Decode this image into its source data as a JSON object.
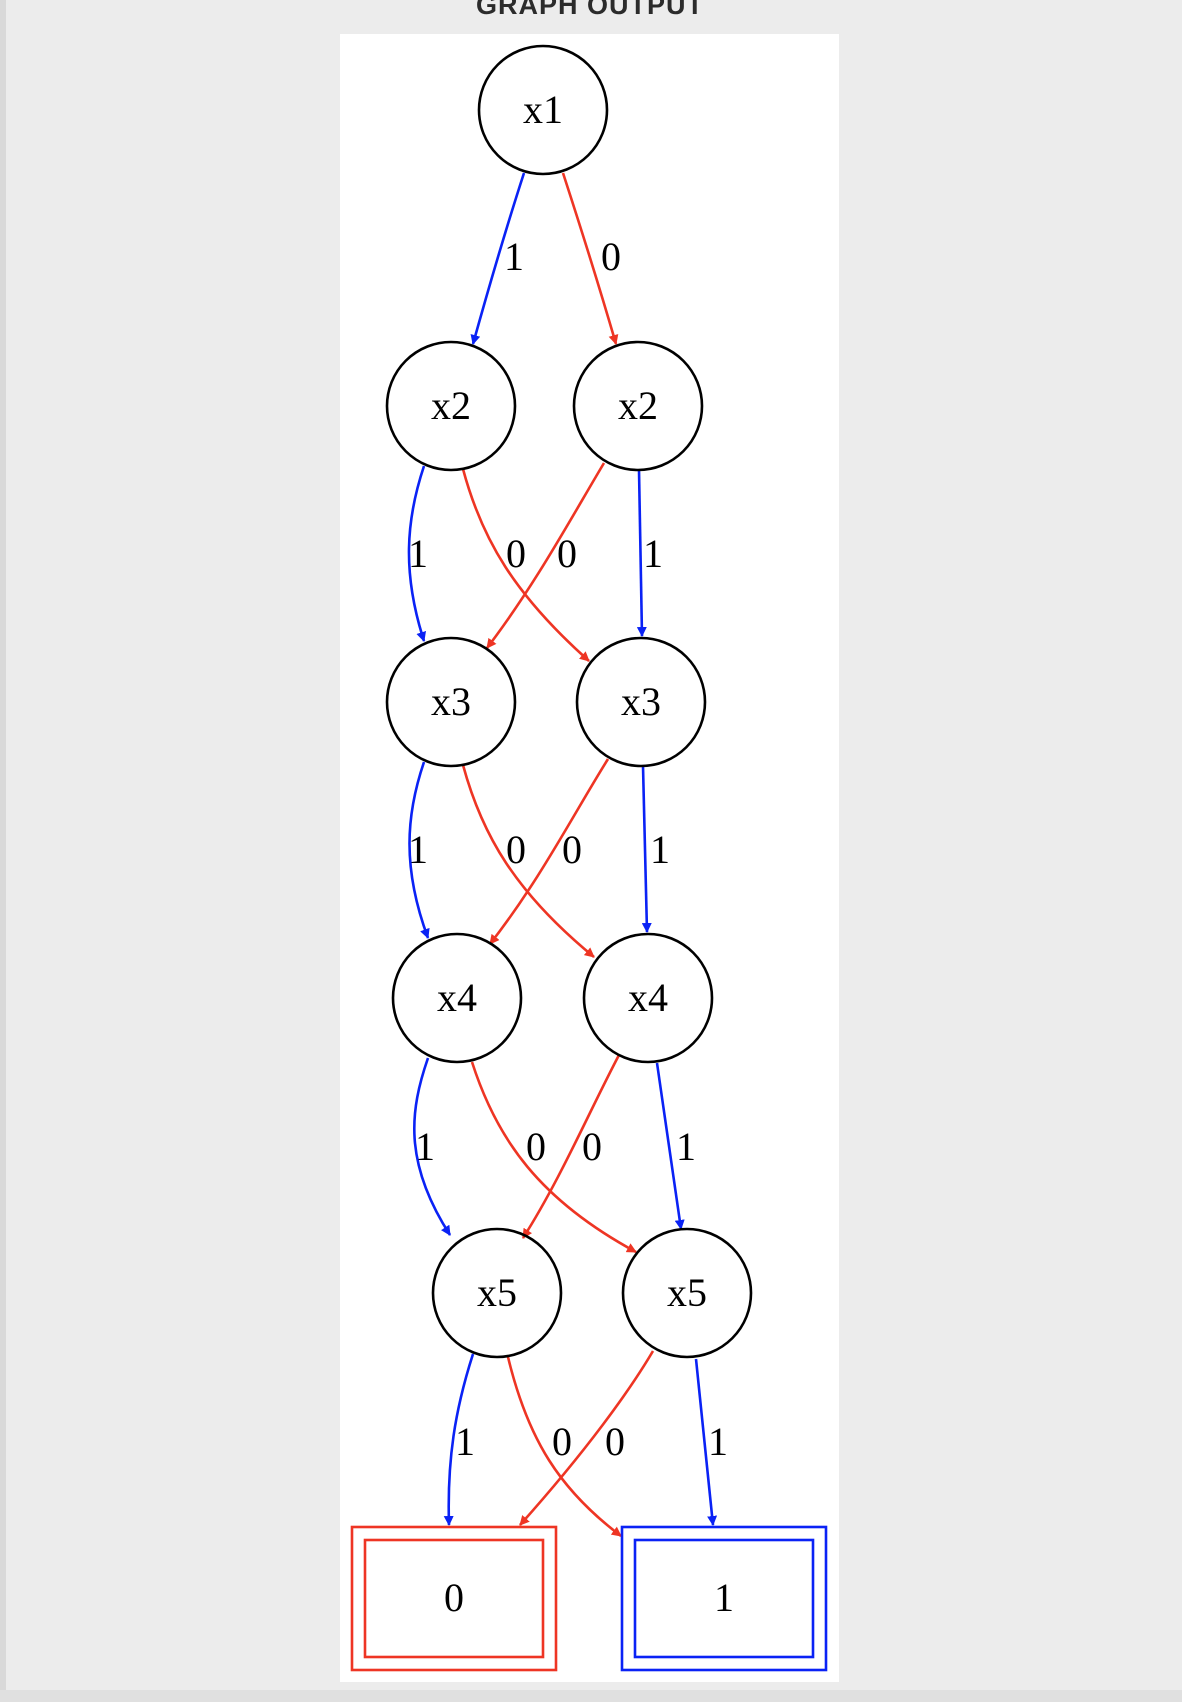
{
  "panel": {
    "title": "GRAPH OUTPUT"
  },
  "colors": {
    "true_edge": "#0a22f5",
    "false_edge": "#ee3524",
    "node_stroke": "#000000"
  },
  "graph": {
    "nodes": [
      {
        "id": "n1",
        "label": "x1",
        "shape": "circle"
      },
      {
        "id": "n2a",
        "label": "x2",
        "shape": "circle"
      },
      {
        "id": "n2b",
        "label": "x2",
        "shape": "circle"
      },
      {
        "id": "n3a",
        "label": "x3",
        "shape": "circle"
      },
      {
        "id": "n3b",
        "label": "x3",
        "shape": "circle"
      },
      {
        "id": "n4a",
        "label": "x4",
        "shape": "circle"
      },
      {
        "id": "n4b",
        "label": "x4",
        "shape": "circle"
      },
      {
        "id": "n5a",
        "label": "x5",
        "shape": "circle"
      },
      {
        "id": "n5b",
        "label": "x5",
        "shape": "circle"
      },
      {
        "id": "t0",
        "label": "0",
        "shape": "doublebox",
        "color": "#ee3524"
      },
      {
        "id": "t1",
        "label": "1",
        "shape": "doublebox",
        "color": "#0a22f5"
      }
    ],
    "edges": [
      {
        "id": "e1",
        "from": "n1",
        "to": "n2a",
        "label": "1"
      },
      {
        "id": "e2",
        "from": "n1",
        "to": "n2b",
        "label": "0"
      },
      {
        "id": "e3",
        "from": "n2a",
        "to": "n3a",
        "label": "1"
      },
      {
        "id": "e4",
        "from": "n2a",
        "to": "n3b",
        "label": "0"
      },
      {
        "id": "e5",
        "from": "n2b",
        "to": "n3a",
        "label": "0"
      },
      {
        "id": "e6",
        "from": "n2b",
        "to": "n3b",
        "label": "1"
      },
      {
        "id": "e7",
        "from": "n3a",
        "to": "n4a",
        "label": "1"
      },
      {
        "id": "e8",
        "from": "n3a",
        "to": "n4b",
        "label": "0"
      },
      {
        "id": "e9",
        "from": "n3b",
        "to": "n4a",
        "label": "0"
      },
      {
        "id": "e10",
        "from": "n3b",
        "to": "n4b",
        "label": "1"
      },
      {
        "id": "e11",
        "from": "n4a",
        "to": "n5a",
        "label": "1"
      },
      {
        "id": "e12",
        "from": "n4a",
        "to": "n5b",
        "label": "0"
      },
      {
        "id": "e13",
        "from": "n4b",
        "to": "n5a",
        "label": "0"
      },
      {
        "id": "e14",
        "from": "n4b",
        "to": "n5b",
        "label": "1"
      },
      {
        "id": "e15",
        "from": "n5a",
        "to": "t0",
        "label": "1"
      },
      {
        "id": "e16",
        "from": "n5a",
        "to": "t1",
        "label": "0"
      },
      {
        "id": "e17",
        "from": "n5b",
        "to": "t0",
        "label": "0"
      },
      {
        "id": "e18",
        "from": "n5b",
        "to": "t1",
        "label": "1"
      }
    ]
  }
}
